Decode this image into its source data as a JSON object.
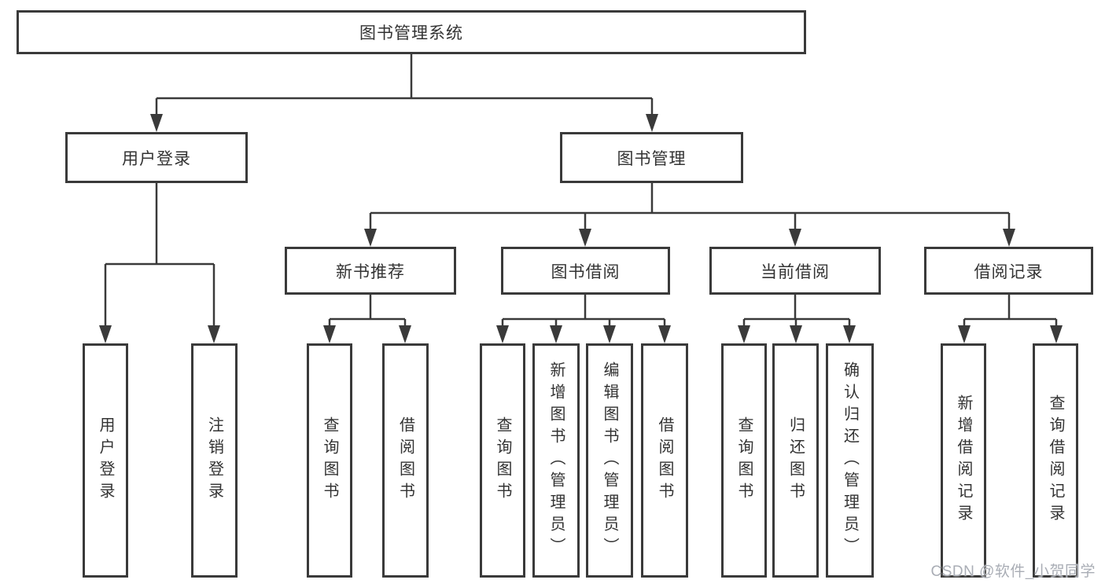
{
  "diagram": {
    "root": {
      "label": "图书管理系统"
    },
    "level2": [
      {
        "label": "用户登录",
        "leaves": [
          {
            "label": "用户登录"
          },
          {
            "label": "注销登录"
          }
        ]
      },
      {
        "label": "图书管理"
      }
    ],
    "groups": [
      {
        "label": "新书推荐",
        "leaves": [
          {
            "label": "查询图书"
          },
          {
            "label": "借阅图书"
          }
        ]
      },
      {
        "label": "图书借阅",
        "leaves": [
          {
            "label": "查询图书"
          },
          {
            "label": "新增图书（管理员）"
          },
          {
            "label": "编辑图书（管理员）"
          },
          {
            "label": "借阅图书"
          }
        ]
      },
      {
        "label": "当前借阅",
        "leaves": [
          {
            "label": "查询图书"
          },
          {
            "label": "归还图书"
          },
          {
            "label": "确认归还（管理员）"
          }
        ]
      },
      {
        "label": "借阅记录",
        "leaves": [
          {
            "label": "新增借阅记录"
          },
          {
            "label": "查询借阅记录"
          }
        ]
      }
    ]
  },
  "watermark": {
    "text": "CSDN @软件_小贺同学"
  },
  "colors": {
    "line": "#3a3a3a",
    "text": "#333333",
    "watermark": "#a9adb5",
    "background": "#ffffff"
  }
}
